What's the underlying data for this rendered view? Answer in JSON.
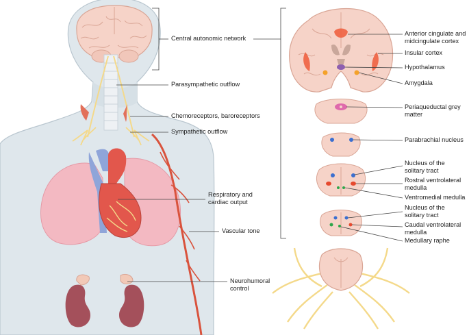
{
  "body_labels": {
    "central_autonomic_network": "Central autonomic network",
    "parasympathetic_outflow": "Parasympathetic outflow",
    "chemoreceptors_baroreceptors": "Chemoreceptors, baroreceptors",
    "sympathetic_outflow": "Sympathetic outflow",
    "respiratory_cardiac_output_line1": "Respiratory and",
    "respiratory_cardiac_output_line2": "cardiac output",
    "vascular_tone": "Vascular tone",
    "neurohumoral_control_line1": "Neurohumoral",
    "neurohumoral_control_line2": "control"
  },
  "brain_labels": {
    "anterior_cingulate_line1": "Anterior cingulate and",
    "anterior_cingulate_line2": "midcingulate cortex",
    "insular_cortex": "Insular cortex",
    "hypothalamus": "Hypothalamus",
    "amygdala": "Amygdala",
    "periaqueductal_line1": "Periaqueductal grey",
    "periaqueductal_line2": "matter",
    "parabrachial_nucleus": "Parabrachial nucleus",
    "nts_upper_line1": "Nucleus of the",
    "nts_upper_line2": "solitary tract",
    "rostral_vlm_line1": "Rostral ventrolateral",
    "rostral_vlm_line2": "medulla",
    "ventromedial_medulla": "Ventromedial medulla",
    "nts_lower_line1": "Nucleus of the",
    "nts_lower_line2": "solitary tract",
    "caudal_vlm_line1": "Caudal ventrolateral",
    "caudal_vlm_line2": "medulla",
    "medullary_raphe": "Medullary raphe"
  },
  "colors": {
    "body_fill": "#dfe7ec",
    "body_stroke": "#b9c6cf",
    "tissue": "#f6d3c8",
    "tissue_stroke": "#d9a595",
    "lung": "#f3b9c2",
    "heart_red": "#e2574c",
    "vein_blue": "#8fa5d9",
    "artery": "#d9533d",
    "nerve": "#f4d98a",
    "kidney": "#a4505b",
    "adrenal": "#f2c9b7",
    "region_red": "#ef5a3a",
    "hypothalamus_purple": "#8e5fb0",
    "amygdala_orange": "#f4a22a",
    "pag_magenta": "#d94fa5",
    "nucleus_blue": "#3b6fd0",
    "rvlm_red": "#e6492e",
    "raphe_green": "#2ea64a",
    "line": "#444444"
  }
}
